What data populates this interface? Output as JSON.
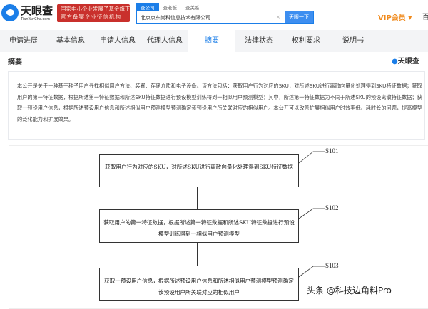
{
  "header": {
    "logo_name": "天眼查",
    "logo_url": "TianYanCha.com",
    "badge_line1": "国家中小企业发展子基金旗下",
    "badge_line2": "官方备案企业征信机构",
    "search_tabs": [
      "查公司",
      "查老板",
      "查关系"
    ],
    "search_value": "北京京东尚科信息技术有限公司",
    "clear": "×",
    "search_button": "天眼一下",
    "vip": "VIP会员 ▾",
    "more": "百"
  },
  "tabs": [
    "申请进展",
    "基本信息",
    "申请人信息",
    "代理人信息",
    "摘要",
    "法律状态",
    "权利要求",
    "说明书"
  ],
  "active_tab": "摘要",
  "section": {
    "title": "摘要",
    "logo": "天眼查"
  },
  "abstract": "本公开是关于一种基于种子用户寻找相似用户方法、装置、存储介质和电子设备。该方法包括：获取用户行为对应的SKU，对所述SKU进行离散向量化处理得到SKU特征数据；获取用户的第一特征数据，根据所述第一特征数据和所述SKU特征数据进行预设模型训练得到一相似用户预测模型；其中，所述第一特征数据为不同于所述SKU的预设离散特征数据；获取一预设用户信息，根据所述预设用户信息和所述相似用户预测模型预测确定该预设用户所关联对应的相似用户。本公开可以改善扩展相似用户时效率低、耗时长的问题，提高模型的泛化能力和扩展效果。",
  "figure": {
    "steps": [
      {
        "label": "S101",
        "text": "获取用户行为对应的SKU，对所述SKU进行离散向量化处理得到SKU特征数据"
      },
      {
        "label": "S102",
        "text": "获取用户的第一特征数据，根据所述第一特征数据和所述SKU特征数据进行预设模型训练得到一相似用户预测模型"
      },
      {
        "label": "S103",
        "text": "获取一预设用户信息，根据所述预设用户信息和所述相似用户预测模型预测确定该预设用户所关联对应的相似用户"
      }
    ]
  },
  "watermark": "头条 @科技边角料Pro"
}
